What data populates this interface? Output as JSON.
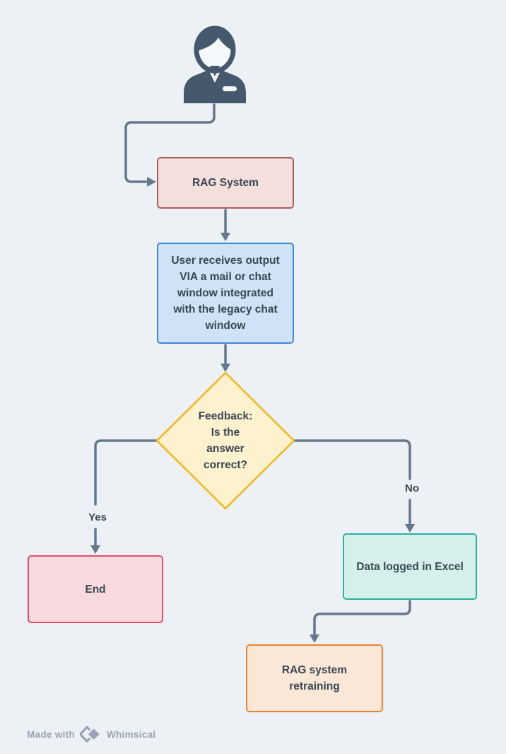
{
  "diagram": {
    "tool": "Whimsical flowchart",
    "background_color": "#edf1f5",
    "connector_color": "#64798c",
    "text_color": "#3a4754"
  },
  "nodes": {
    "user_actor": {
      "type": "person-icon",
      "color": "#46586b"
    },
    "rag_system": {
      "label": "RAG System",
      "fill": "#f3dfdc",
      "border": "#a85d5d",
      "shape": "rectangle"
    },
    "user_receives": {
      "label": "User receives output VIA a mail or chat window integrated with the legacy chat window",
      "lines": [
        "User receives output",
        "VIA a mail or chat",
        "window integrated",
        "with the legacy chat",
        "window"
      ],
      "fill": "#cfe2f6",
      "border": "#3e88dd",
      "shape": "rectangle"
    },
    "feedback": {
      "label": "Feedback: Is the answer correct?",
      "lines": [
        "Feedback:",
        "Is the",
        "answer",
        "correct?"
      ],
      "fill": "#fdf1ce",
      "border": "#f1b51f",
      "shape": "diamond"
    },
    "end": {
      "label": "End",
      "fill": "#f8dade",
      "border": "#dc5168",
      "shape": "rectangle"
    },
    "data_logged": {
      "label": "Data logged in Excel",
      "fill": "#d5efeb",
      "border": "#29b2a2",
      "shape": "rectangle"
    },
    "rag_retraining": {
      "label": "RAG system retraining",
      "lines": [
        "RAG system",
        "retraining"
      ],
      "fill": "#fbe7d8",
      "border": "#eb8330",
      "shape": "rectangle"
    }
  },
  "edges": [
    {
      "from": "user_actor",
      "to": "rag_system",
      "label": ""
    },
    {
      "from": "rag_system",
      "to": "user_receives",
      "label": ""
    },
    {
      "from": "user_receives",
      "to": "feedback",
      "label": ""
    },
    {
      "from": "feedback",
      "to": "end",
      "label": "Yes"
    },
    {
      "from": "feedback",
      "to": "data_logged",
      "label": "No"
    },
    {
      "from": "data_logged",
      "to": "rag_retraining",
      "label": ""
    }
  ],
  "footer": {
    "made_with": "Made with",
    "brand": "Whimsical"
  }
}
